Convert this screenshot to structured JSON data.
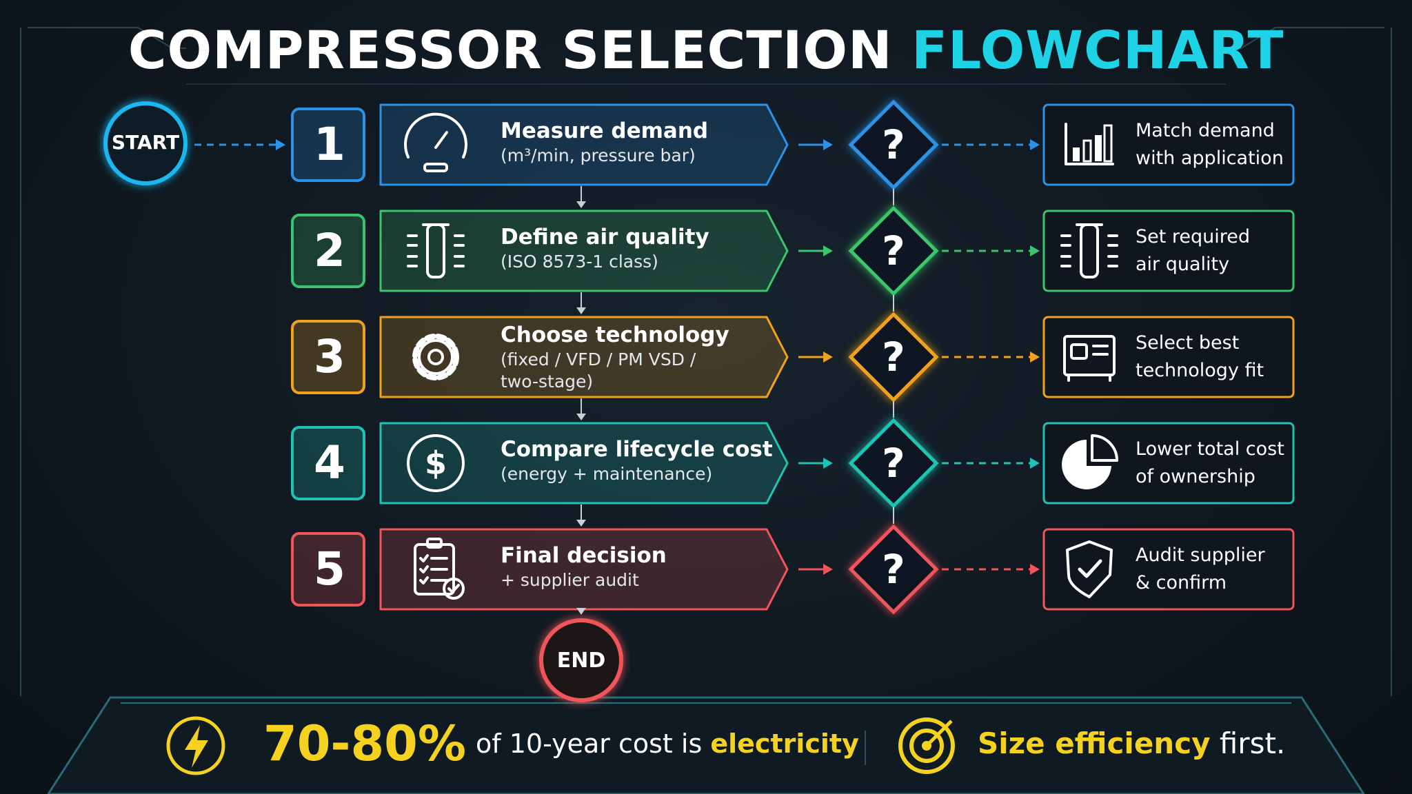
{
  "title": {
    "main": "COMPRESSOR SELECTION",
    "highlight": "FLOWCHART"
  },
  "start_label": "START",
  "end_label": "END",
  "question_mark": "?",
  "colors": {
    "step1": "#2a93e8",
    "step2": "#3bc46b",
    "step3": "#f0a21e",
    "step4": "#1fc2b4",
    "step5": "#f0555a",
    "accent": "#1fd3e6",
    "highlight_yellow": "#f5d21f"
  },
  "steps": [
    {
      "number": "1",
      "title": "Measure demand",
      "subtitle": "(m³/min, pressure bar)",
      "icon": "gauge-icon",
      "result_line1": "Match demand",
      "result_line2": "with application",
      "result_icon": "bar-chart-icon"
    },
    {
      "number": "2",
      "title": "Define air quality",
      "subtitle": "(ISO 8573-1 class)",
      "icon": "filter-cartridge-icon",
      "result_line1": "Set required",
      "result_line2": "air quality",
      "result_icon": "filter-cartridge-icon"
    },
    {
      "number": "3",
      "title": "Choose technology",
      "subtitle": "(fixed / VFD / PM VSD /",
      "subtitle2": "two-stage)",
      "icon": "gear-icon",
      "result_line1": "Select best",
      "result_line2": "technology fit",
      "result_icon": "compressor-unit-icon"
    },
    {
      "number": "4",
      "title": "Compare lifecycle cost",
      "subtitle": "(energy + maintenance)",
      "icon": "dollar-coin-icon",
      "result_line1": "Lower total cost",
      "result_line2": "of ownership",
      "result_icon": "pie-chart-icon"
    },
    {
      "number": "5",
      "title": "Final decision",
      "subtitle": "+ supplier audit",
      "icon": "checklist-clipboard-icon",
      "result_line1": "Audit supplier",
      "result_line2": "& confirm",
      "result_icon": "shield-check-icon"
    }
  ],
  "footer": {
    "stat": "70-80%",
    "stat_text": "of 10-year cost is",
    "stat_highlight": "electricity",
    "tip_highlight": "Size efficiency",
    "tip_text": "first.",
    "left_icon": "lightning-icon",
    "right_icon": "target-icon"
  }
}
